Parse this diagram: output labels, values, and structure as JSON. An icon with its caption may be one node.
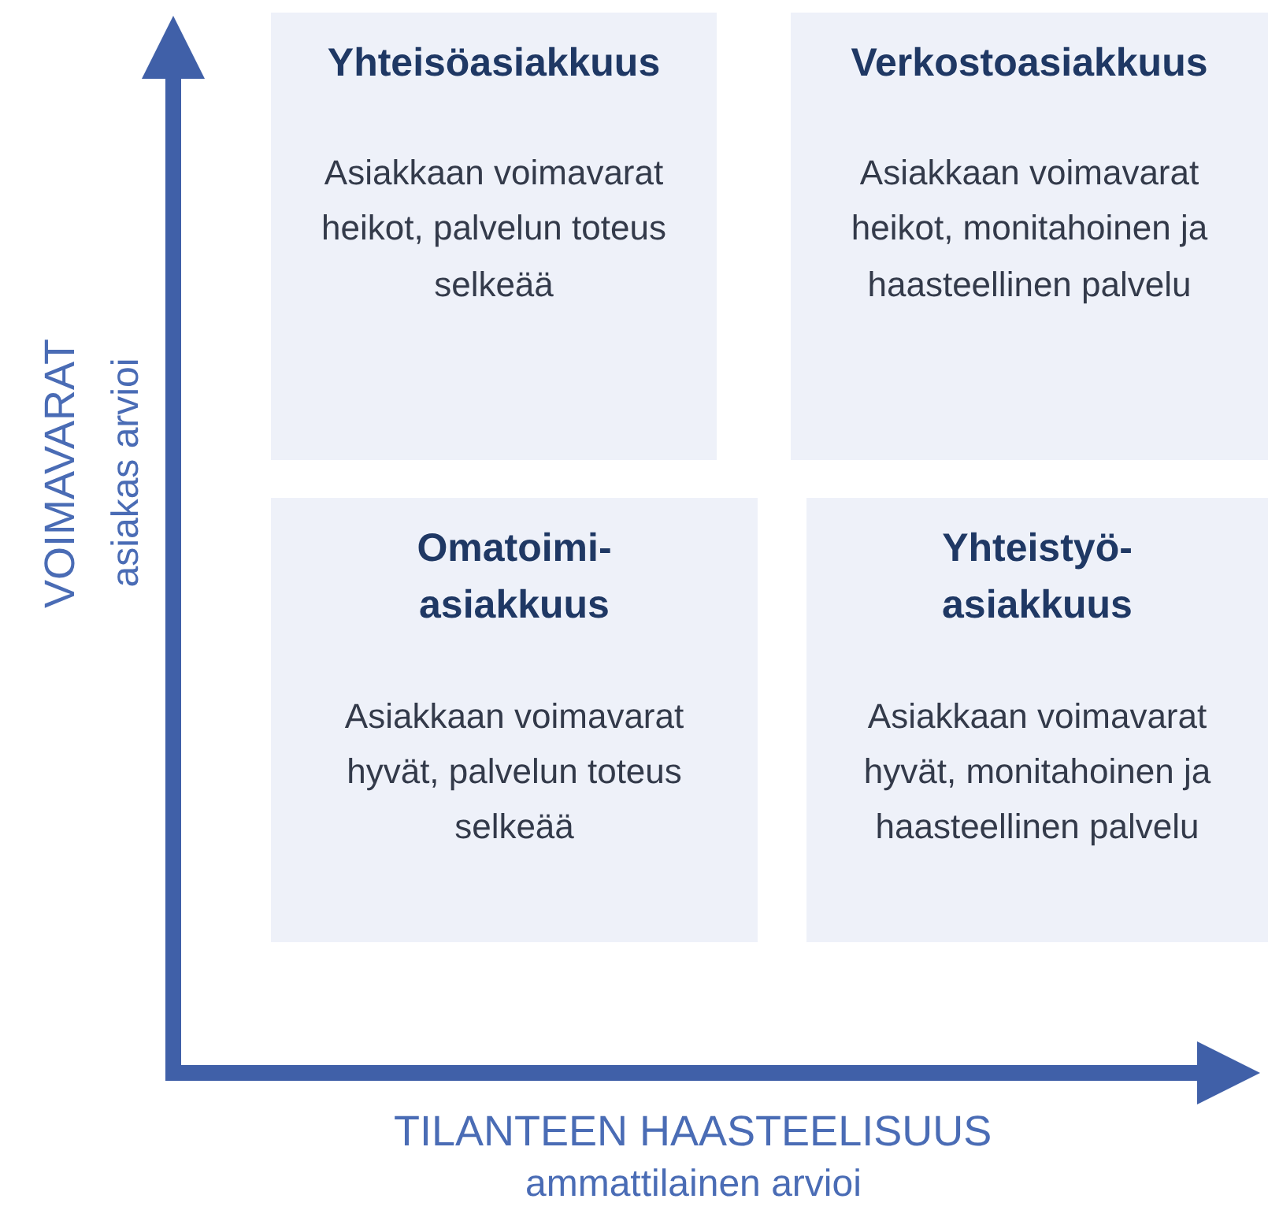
{
  "diagram": {
    "nodes": [
      {
        "text": [
          "Yhteisöasiakkuus",
          "Asiakkaan voimavarat heikot, palvelun toteus selkeää"
        ]
      },
      {
        "text": [
          "Verkostoasiakkuus",
          "Asiakkaan voimavarat heikot, monitahoinen ja haasteellinen palvelu"
        ]
      },
      {
        "text": [
          "Omatoimi- asiakkuus",
          "Asiakkaan voimavarat hyvät, palvelun toteus selkeää"
        ]
      },
      {
        "text": [
          "Yhteistyö- asiakkuus",
          "Asiakkaan voimavarat hyvät, monitahoinen ja haasteellinen palvelu"
        ]
      }
    ],
    "edges": [],
    "labels": [
      "VOIMAVARAT",
      "asiakas arvioi",
      "TILANTEEN HAASTEELISUUS",
      "ammattilainen arvioi"
    ]
  }
}
